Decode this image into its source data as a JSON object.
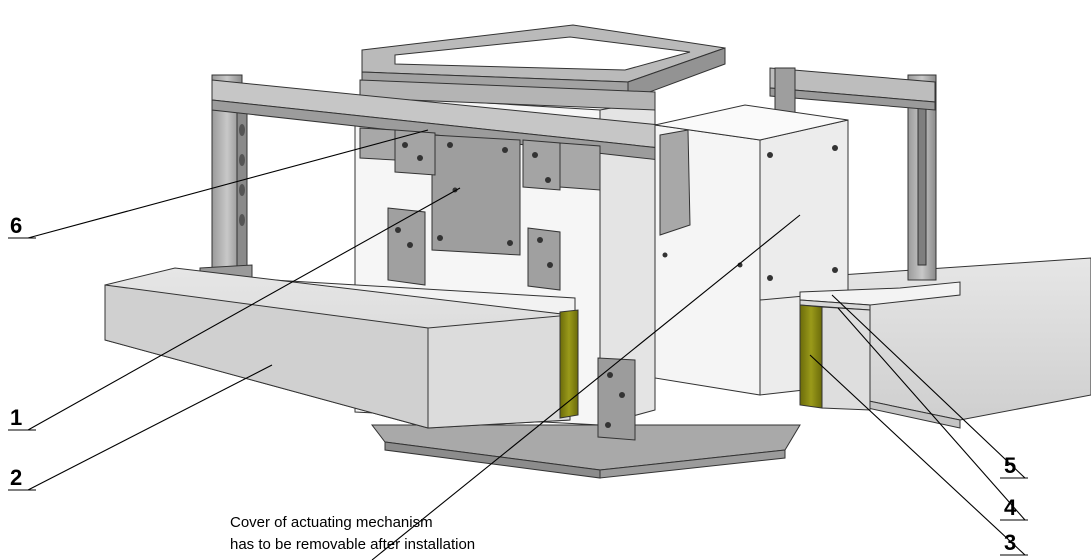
{
  "callouts": [
    {
      "id": "6",
      "label": "6"
    },
    {
      "id": "1",
      "label": "1"
    },
    {
      "id": "2",
      "label": "2"
    },
    {
      "id": "5",
      "label": "5"
    },
    {
      "id": "4",
      "label": "4"
    },
    {
      "id": "3",
      "label": "3"
    }
  ],
  "note": {
    "line1": "Cover of actuating mechanism",
    "line2": "has to be removable after installation"
  },
  "colors": {
    "steel": "#b8b8b8",
    "steel_dark": "#8e8e8e",
    "concrete": "#d9d9d9",
    "insulation": "#8a8a12",
    "white_panel": "#f4f4f4"
  }
}
